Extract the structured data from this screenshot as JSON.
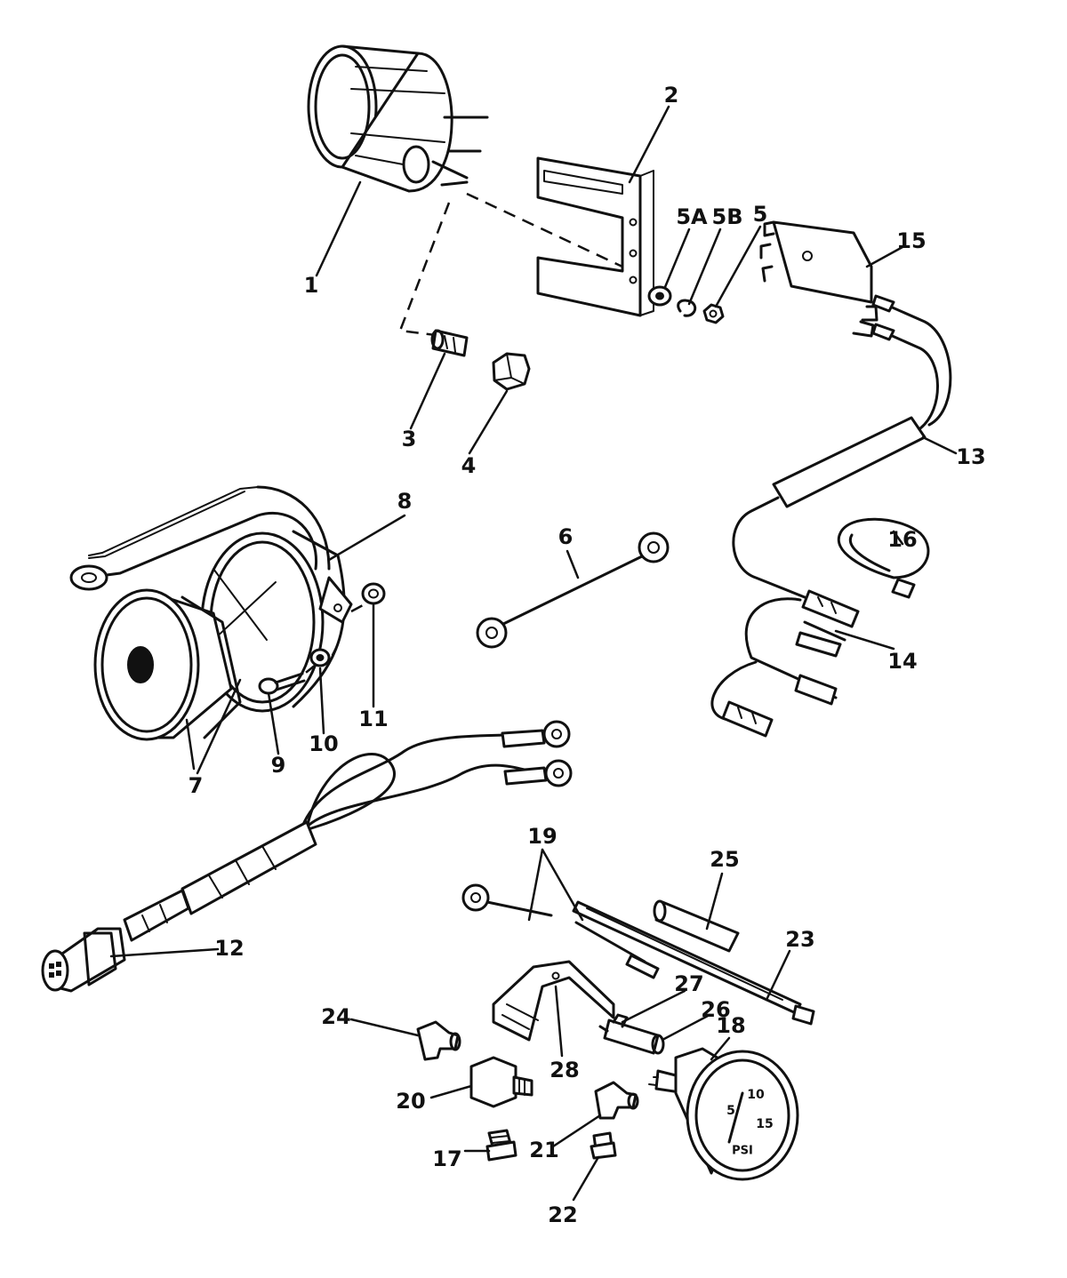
{
  "callouts": [
    {
      "id": "c1",
      "text": "1"
    },
    {
      "id": "c2",
      "text": "2"
    },
    {
      "id": "c3",
      "text": "3"
    },
    {
      "id": "c4",
      "text": "4"
    },
    {
      "id": "c5A",
      "text": "5A"
    },
    {
      "id": "c5B",
      "text": "5B"
    },
    {
      "id": "c5",
      "text": "5"
    },
    {
      "id": "c6",
      "text": "6"
    },
    {
      "id": "c7",
      "text": "7"
    },
    {
      "id": "c8",
      "text": "8"
    },
    {
      "id": "c9",
      "text": "9"
    },
    {
      "id": "c10",
      "text": "10"
    },
    {
      "id": "c11",
      "text": "11"
    },
    {
      "id": "c12",
      "text": "12"
    },
    {
      "id": "c13",
      "text": "13"
    },
    {
      "id": "c14",
      "text": "14"
    },
    {
      "id": "c15",
      "text": "15"
    },
    {
      "id": "c16",
      "text": "16"
    },
    {
      "id": "c17",
      "text": "17"
    },
    {
      "id": "c18",
      "text": "18"
    },
    {
      "id": "c19",
      "text": "19"
    },
    {
      "id": "c20",
      "text": "20"
    },
    {
      "id": "c21",
      "text": "21"
    },
    {
      "id": "c22",
      "text": "22"
    },
    {
      "id": "c23",
      "text": "23"
    },
    {
      "id": "c24",
      "text": "24"
    },
    {
      "id": "c25",
      "text": "25"
    },
    {
      "id": "c26",
      "text": "26"
    },
    {
      "id": "c27",
      "text": "27"
    },
    {
      "id": "c28",
      "text": "28"
    }
  ],
  "gauge_face": {
    "scale_top": "10",
    "scale_left": "5",
    "scale_right": "15",
    "unit": "PSI"
  }
}
